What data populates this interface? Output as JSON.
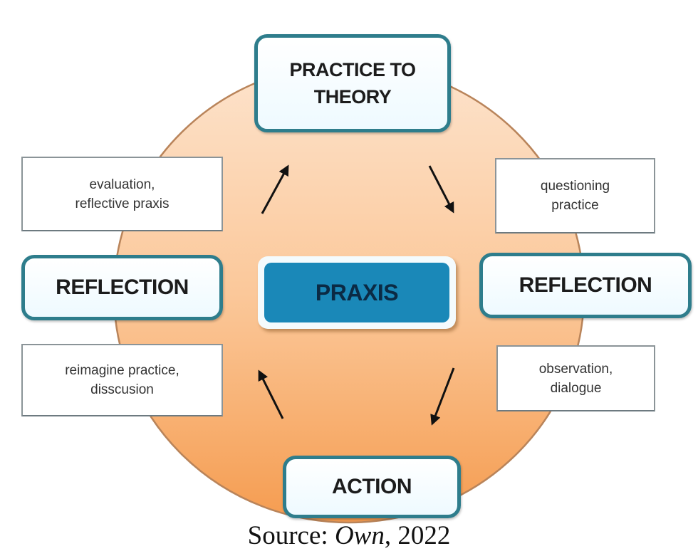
{
  "diagram": {
    "center": {
      "label": "PRAXIS"
    },
    "stages": {
      "top": {
        "label": "PRACTICE TO\nTHEORY"
      },
      "right": {
        "label": "REFLECTION"
      },
      "bottom": {
        "label": "ACTION"
      },
      "left": {
        "label": "REFLECTION"
      }
    },
    "transitions": {
      "top_left": {
        "label": "evaluation,\nreflective praxis"
      },
      "top_right": {
        "label": "questioning\npractice"
      },
      "bottom_right": {
        "label": "observation,\ndialogue"
      },
      "bottom_left": {
        "label": "reimagine practice,\ndisscusion"
      }
    },
    "flow_direction": "clockwise",
    "colors": {
      "circle_top": "#fbd9bd",
      "circle_bottom": "#f6a15a",
      "circle_edge": "#b9845a",
      "stage_border": "#2e7d8c",
      "center_fill": "#1a88b8",
      "center_text": "#0b2a44",
      "arrow": "#111111"
    }
  },
  "caption": {
    "prefix": "Source: ",
    "author": "Own",
    "suffix": ", 2022"
  }
}
